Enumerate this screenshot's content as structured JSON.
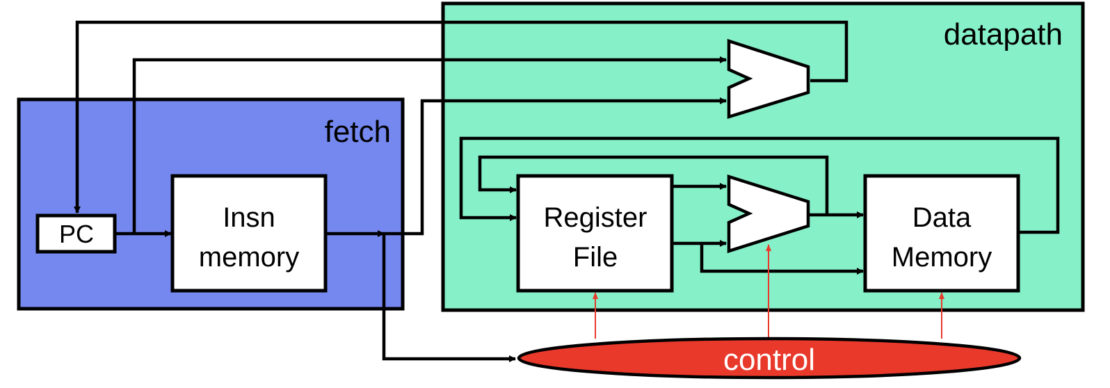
{
  "regions": {
    "fetch_label": "fetch",
    "datapath_label": "datapath"
  },
  "blocks": {
    "pc_label": "PC",
    "insn_memory_line1": "Insn",
    "insn_memory_line2": "memory",
    "register_file_line1": "Register",
    "register_file_line2": "File",
    "data_memory_line1": "Data",
    "data_memory_line2": "Memory",
    "control_label": "control"
  },
  "colors": {
    "fetch_fill": "#7588f0",
    "datapath_fill": "#86f0c8",
    "control_fill": "#e8392b",
    "control_wire": "#e8392b",
    "wire": "#000000"
  }
}
